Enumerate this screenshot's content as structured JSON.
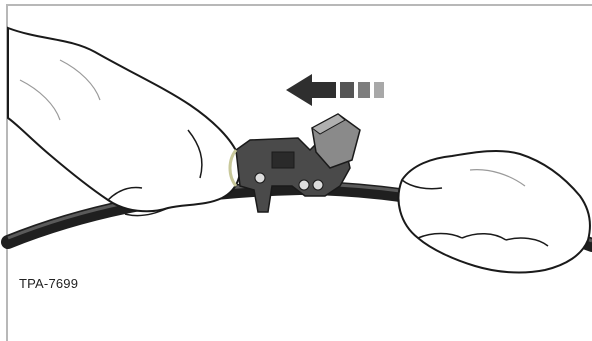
{
  "figure": {
    "id_label": "TPA-7699"
  },
  "illustration": {
    "subject": "gloved-hands-sliding-cable-stripper-along-cable",
    "arrow_direction": "left",
    "colors": {
      "cable": "#2b2b2b",
      "tool_body": "#4a4a4a",
      "tool_light": "#8a8a8a",
      "glove_fill": "#ffffff",
      "glove_stroke": "#1a1a1a",
      "frame": "#b8b8b8",
      "arrow": "#3a3a3a"
    }
  }
}
